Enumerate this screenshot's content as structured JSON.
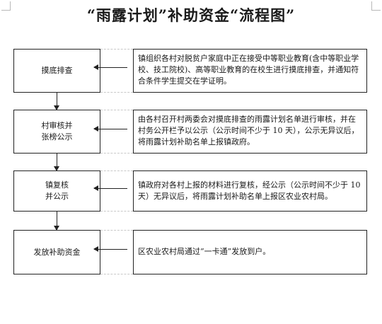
{
  "title": "“雨露计划”补助资金“流程图”",
  "steps": [
    {
      "label_lines": [
        "摸底排查"
      ],
      "description": "镇组织各村对脱贫户家庭中正在接受中等职业教育(含中等职业学校、技工院校)、高等职业教育的在校生进行摸底排查，并通知符合条件学生提交在学证明。"
    },
    {
      "label_lines": [
        "村审核并",
        "张榜公示"
      ],
      "description": "由各村召开村两委会对摸底排查的雨露计划名单进行审核，并在村务公开栏予以公示（公示时间不少于 10 天），公示无异议后，将雨露计划补助名单上报镇政府。"
    },
    {
      "label_lines": [
        "镇复核",
        "并公示"
      ],
      "description": "镇政府对各村上报的材料进行复核，经公示（公示时间不少于 10 天）无异议后，将雨露计划补助名单上报区农业农村局。"
    },
    {
      "label_lines": [
        "发放补助资金"
      ],
      "description": "区农业农村局通过“一卡通”发放到户。"
    }
  ]
}
